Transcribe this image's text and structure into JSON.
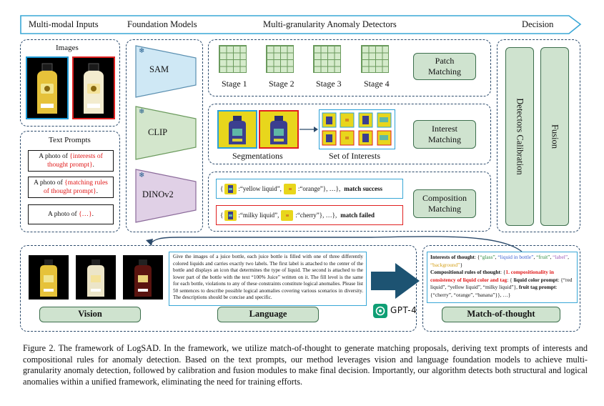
{
  "header": {
    "inputs": "Multi-modal Inputs",
    "foundation": "Foundation Models",
    "detectors": "Multi-granularity Anomaly Detectors",
    "decision": "Decision"
  },
  "inputs": {
    "images_title": "Images",
    "text_prompts_title": "Text Prompts",
    "prompt1_pre": "A photo of ",
    "prompt1_red": "{interests of thought prompt}",
    "prompt1_post": ".",
    "prompt2_pre": "A photo of ",
    "prompt2_red": "{matching rules of thought prompt}",
    "prompt2_post": ".",
    "prompt3_pre": "A photo of ",
    "prompt3_red": "{…}",
    "prompt3_post": "."
  },
  "models": {
    "sam": "SAM",
    "clip": "CLIP",
    "dinov2": "DINOv2",
    "frozen_icon": "snowflake-icon"
  },
  "patch": {
    "stages": [
      "Stage 1",
      "Stage 2",
      "Stage 3",
      "Stage 4"
    ],
    "label": "Patch Matching"
  },
  "interest": {
    "segmentations": "Segmentations",
    "set_of_interests": "Set of Interests",
    "label": "Interest Matching"
  },
  "composition": {
    "row1_a": "{",
    "row1_b": ":“yellow liquid”,",
    "row1_c": ":“orange”}, …},",
    "row1_status": "match success",
    "row2_a": "{",
    "row2_b": ":“milky liquid”,",
    "row2_c": ":“cherry”}, …},",
    "row2_status": "match failed",
    "label": "Composition Matching",
    "success_color": "#39a7d6",
    "failed_color": "#e02020"
  },
  "decision": {
    "calibration": "Detectors Calibration",
    "fusion": "Fusion"
  },
  "bottom": {
    "vision": "Vision",
    "language": "Language",
    "gpt": "GPT-4",
    "match_of_thought": "Match-of-thought",
    "language_text": "Give the images of a juice bottle, each juice bottle is filled with one of three differently colored liquids and carries exactly two labels. The first label is attached to the center of the bottle and displays an icon that determines the type of liquid. The second is attached to the lower part of the bottle with the text “100% Juice” written on it. The fill level is the same for each bottle, violations to any of these constraints constitute logical anomalies. Please list 50 sentences to describe possible logical anomalies covering various scenarios in diversity. The descriptions should be concise and specific.",
    "mot_interests_label": "Interests of thought",
    "mot_interests_pre": ": {",
    "mot_i1": "“glass”",
    "mot_i2": "“liquid in bottle”",
    "mot_i3": "“fruit”",
    "mot_i4": "“label”",
    "mot_i5": "“background”",
    "mot_interests_post": "}",
    "mot_rules_label": "Compositional rules of thought",
    "mot_rules_pre": ": {",
    "mot_rules_red": "1. compositionality in consistency of liquid color and tag",
    "mot_rules_mid": ": {",
    "mot_liquid_label": "liquid color prompt",
    "mot_liquid_vals": ": {“red liquid”, “yellow liquid”, “milky liquid”},",
    "mot_fruit_label": "fruit tag prompt",
    "mot_fruit_vals": ": {“cherry”, “orange”, “banana”}},  …}",
    "i1_color": "#2b8a3e",
    "i2_color": "#3a5fd0",
    "i3_color": "#2b8a3e",
    "i4_color": "#9b59b6",
    "i5_color": "#d4a017"
  },
  "caption": "Figure 2. The framework of LogSAD. In the framework, we utilize match-of-thought to generate matching proposals, deriving text prompts of interests and compositional rules for anomaly detection. Based on the text prompts, our method leverages vision and language foundation models to achieve multi-granularity anomaly detection, followed by calibration and fusion modules to make final decision. Importantly, our algorithm detects both structural and logical anomalies within a unified framework, eliminating the need for training efforts."
}
